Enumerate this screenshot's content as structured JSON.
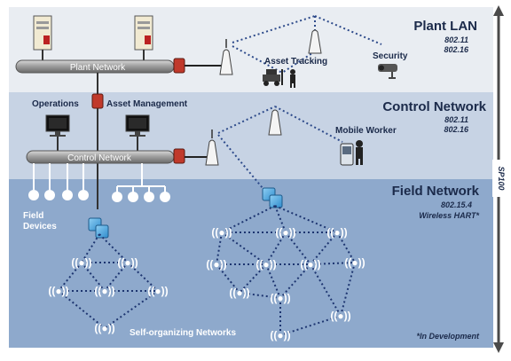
{
  "zones": {
    "plant": {
      "title": "Plant LAN",
      "std1": "802.11",
      "std2": "802.16"
    },
    "control": {
      "title": "Control Network",
      "std1": "802.11",
      "std2": "802.16"
    },
    "field": {
      "title": "Field Network",
      "std1": "802.15.4",
      "std2": "Wireless HART*"
    }
  },
  "backbones": {
    "plant": "Plant Network",
    "control": "Control Network"
  },
  "labels": {
    "asset_tracking": "Asset Tracking",
    "security": "Security",
    "operations": "Operations",
    "asset_management": "Asset Management",
    "mobile_worker": "Mobile Worker",
    "field_devices_1": "Field",
    "field_devices_2": "Devices",
    "self_org": "Self-organizing Networks",
    "in_dev": "*In Development",
    "sp100": "SP100"
  },
  "mesh_glyph": "((●))",
  "colors": {
    "plant_bg": "#e8ecf1",
    "control_bg": "#c6d2e3",
    "field_bg": "#8da9cc",
    "backbone": "#8a8a8a",
    "dotted": "#2d4a8a",
    "router_red": "#c0392b",
    "node_blue": "#4aa3df"
  }
}
